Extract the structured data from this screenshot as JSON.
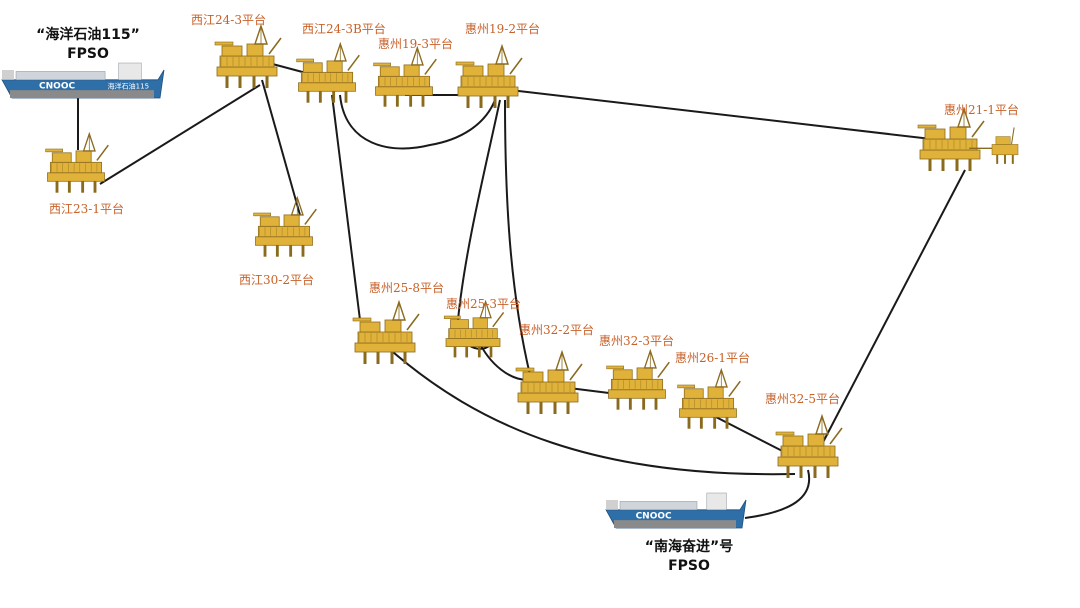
{
  "fpso_top": {
    "name": "“海洋石油115”",
    "type": "FPSO",
    "hull_text": "CNOOC",
    "hull_side": "海洋石油115"
  },
  "fpso_bottom": {
    "name": "“南海奋进”号",
    "type": "FPSO",
    "hull_text": "CNOOC"
  },
  "platforms": {
    "xj24_3": "西江24-3平台",
    "xj24_3b": "西江24-3B平台",
    "hz19_3": "惠州19-3平台",
    "hz19_2": "惠州19-2平台",
    "hz21_1": "惠州21-1平台",
    "xj23_1": "西江23-1平台",
    "xj30_2": "西江30-2平台",
    "hz25_8": "惠州25-8平台",
    "hz25_3": "惠州25-3平台",
    "hz32_2": "惠州32-2平台",
    "hz32_3": "惠州32-3平台",
    "hz26_1": "惠州26-1平台",
    "hz32_5": "惠州32-5平台"
  },
  "colors": {
    "platform": "#e0b23a",
    "platform_dark": "#8a6a1c",
    "pipeline": "#1a1a1a",
    "label": "#c8612a",
    "ship_hull": "#2f6fa8"
  }
}
